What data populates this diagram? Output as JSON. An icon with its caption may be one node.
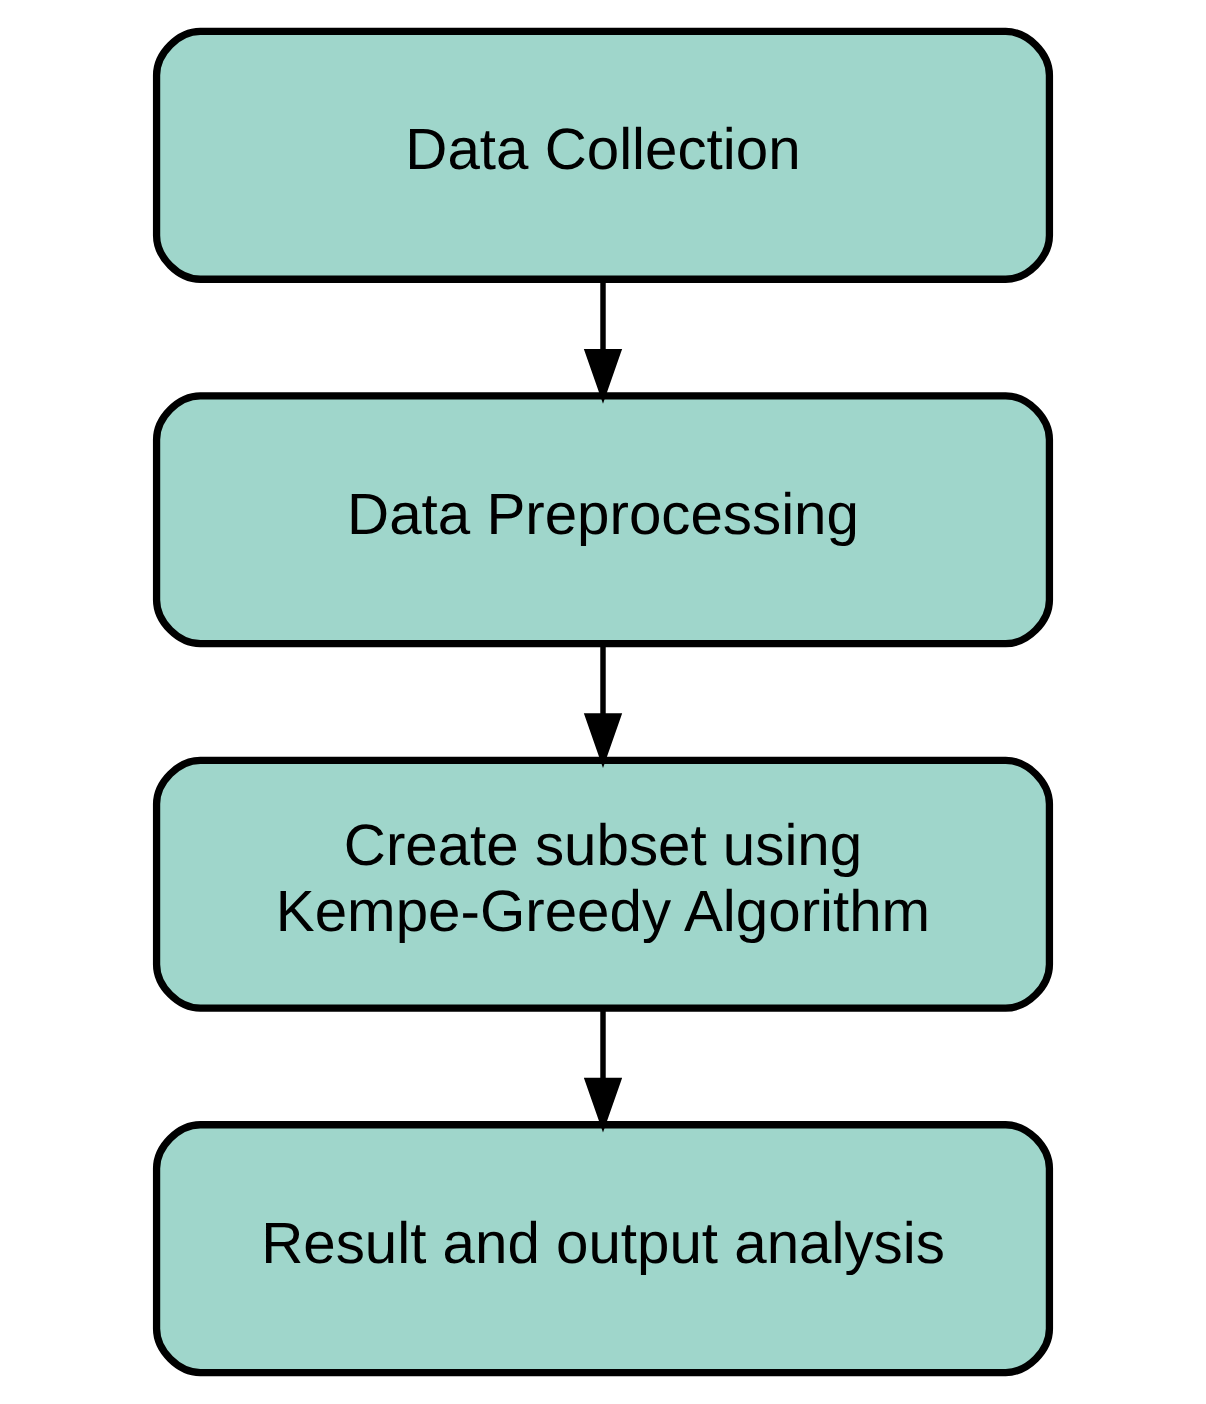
{
  "diagram": {
    "nodes": [
      {
        "text": [
          "Data Collection"
        ]
      },
      {
        "text": [
          "Data Preprocessing"
        ]
      },
      {
        "text": [
          "Create subset using Kempe-Greedy Algorithm"
        ]
      },
      {
        "text": [
          "Result and output analysis"
        ]
      }
    ],
    "edges": [
      {
        "from": 0,
        "to": 1,
        "arrow": "to"
      },
      {
        "from": 1,
        "to": 2,
        "arrow": "to"
      },
      {
        "from": 2,
        "to": 3,
        "arrow": "to"
      }
    ]
  }
}
